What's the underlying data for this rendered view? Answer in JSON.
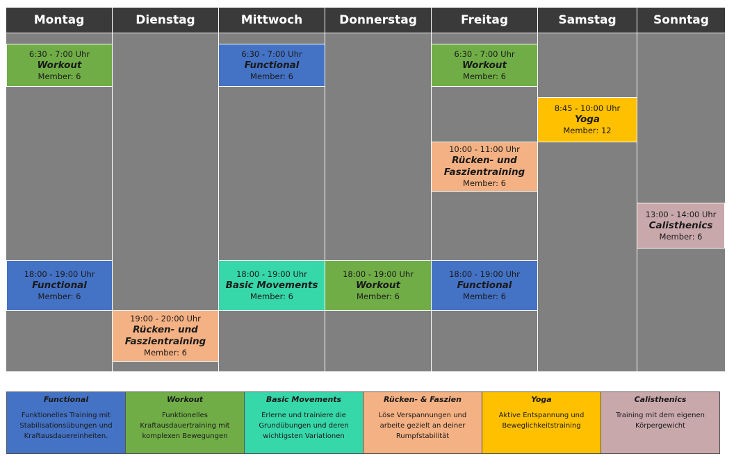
{
  "colors": {
    "functional": "#4472C4",
    "workout": "#70AD47",
    "basic": "#36D7A9",
    "ruecken": "#F4B183",
    "yoga": "#FFC000",
    "calisthenics": "#C9A8AC",
    "header_bg": "#3A3A3A",
    "grid_bg": "#808080"
  },
  "days": [
    "Montag",
    "Dienstag",
    "Mittwoch",
    "Donnerstag",
    "Freitag",
    "Samstag",
    "Sonntag"
  ],
  "events": [
    {
      "time": "6:30 - 7:00 Uhr",
      "name": "Workout",
      "members": "Member: 6"
    },
    {
      "time": "18:00 - 19:00 Uhr",
      "name": "Functional",
      "members": "Member: 6"
    },
    {
      "time": "19:00 - 20:00 Uhr",
      "name": "Rücken- und Faszientraining",
      "members": "Member: 6"
    },
    {
      "time": "6:30 - 7:00 Uhr",
      "name": "Functional",
      "members": "Member: 6"
    },
    {
      "time": "18:00 - 19:00 Uhr",
      "name": "Basic Movements",
      "members": "Member: 6"
    },
    {
      "time": "18:00 - 19:00 Uhr",
      "name": "Workout",
      "members": "Member: 6"
    },
    {
      "time": "6:30 - 7:00 Uhr",
      "name": "Workout",
      "members": "Member: 6"
    },
    {
      "time": "10:00 - 11:00 Uhr",
      "name": "Rücken- und Faszientraining",
      "members": "Member: 6"
    },
    {
      "time": "18:00 - 19:00 Uhr",
      "name": "Functional",
      "members": "Member: 6"
    },
    {
      "time": "8:45 - 10:00 Uhr",
      "name": "Yoga",
      "members": "Member: 12"
    },
    {
      "time": "13:00 - 14:00 Uhr",
      "name": "Calisthenics",
      "members": "Member: 6"
    }
  ],
  "legend": [
    {
      "title": "Functional",
      "desc": "Funktionelles Training mit Stabilisationsübungen und Kraftausdauereinheiten."
    },
    {
      "title": "Workout",
      "desc": "Funktionelles Kraftausdauertraining mit komplexen Bewegungen"
    },
    {
      "title": "Basic Movements",
      "desc": "Erlerne und trainiere die Grundübungen und deren wichtigsten Variationen"
    },
    {
      "title": "Rücken- & Faszien",
      "desc": "Löse Verspannungen und arbeite gezielt an deiner Rumpfstabilität"
    },
    {
      "title": "Yoga",
      "desc": "Aktive Entspannung und Beweglichkeitstraining"
    },
    {
      "title": "Calisthenics",
      "desc": "Training mit dem eigenen Körpergewicht"
    }
  ]
}
